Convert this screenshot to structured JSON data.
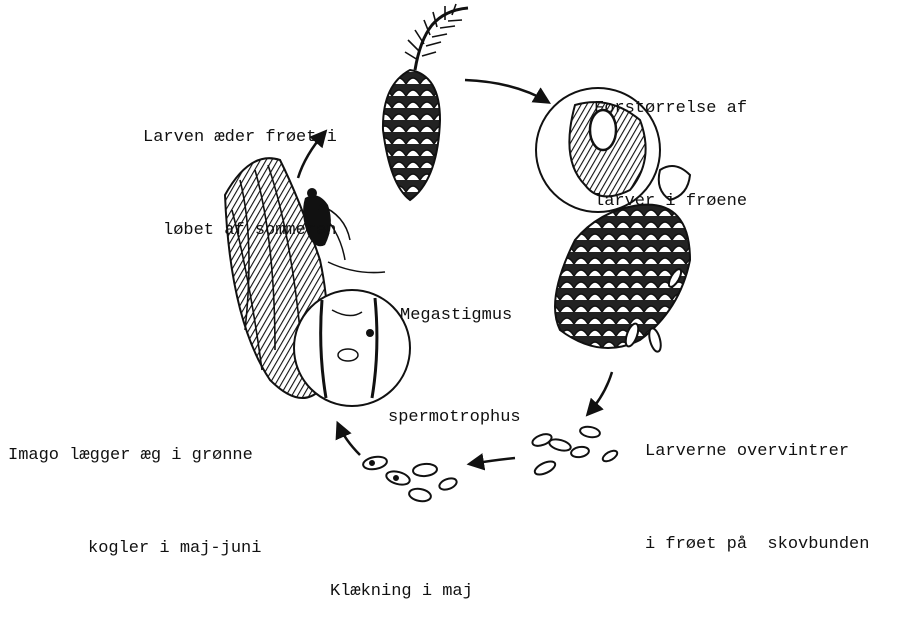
{
  "labels": {
    "feeding": {
      "line1": "Larven æder frøet i",
      "line2": "løbet af sommeren"
    },
    "magnification": {
      "line1": "Forstørrelse af",
      "line2": "larver i frøene"
    },
    "species": {
      "line1": "Megastigmus",
      "line2": "spermotrophus"
    },
    "overwinter": {
      "line1": "Larverne overvintrer",
      "line2": "i frøet på  skovbunden"
    },
    "oviposition": {
      "line1": "Imago lægger æg i grønne",
      "line2": "kogler i maj-juni"
    },
    "hatching": {
      "line1": "Klækning i maj"
    }
  },
  "illustrations": [
    {
      "name": "green-cone-with-shoot",
      "stage": "summer"
    },
    {
      "name": "mature-cone-with-magnified-seed",
      "stage": "autumn"
    },
    {
      "name": "fallen-seeds",
      "stage": "winter"
    },
    {
      "name": "emerging-adults-seeds",
      "stage": "may"
    },
    {
      "name": "adult-wasp-on-shoot-with-magnified-larva",
      "stage": "may-june"
    }
  ],
  "colors": {
    "ink": "#111111",
    "paper": "#ffffff"
  }
}
